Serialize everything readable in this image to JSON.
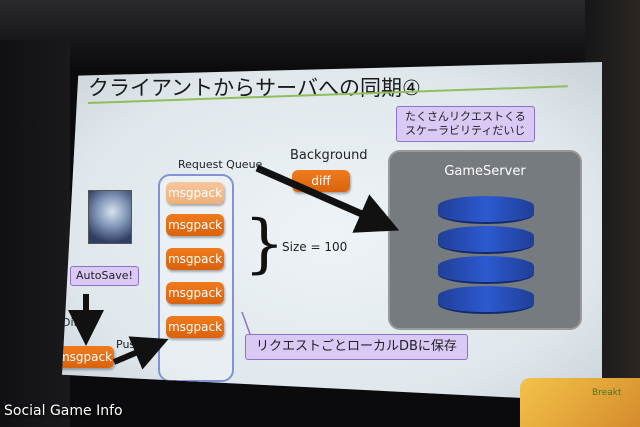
{
  "slide": {
    "title": "クライアントからサーバへの同期④",
    "request_queue_label": "Request Queue",
    "background_label": "Background",
    "diff_pill": "diff",
    "size_label": "Size = 100",
    "autosave_label": "AutoSave!",
    "diff_label": "Diff",
    "push_label": "Push",
    "client_pill": "msgpack",
    "queue_items": [
      "msgpack",
      "msgpack",
      "msgpack",
      "msgpack",
      "msgpack"
    ],
    "server_title": "GameServer",
    "bubble_top_line1": "たくさんリクエストくる",
    "bubble_top_line2": "スケーラビリティだいじ",
    "bubble_bottom": "リクエストごとローカルDBに保存"
  },
  "footer": {
    "logo_text": "Social Game Info",
    "stage_text": "Breakt"
  },
  "colors": {
    "pill_orange": "#e8700f",
    "bubble_purple": "#d9c9f4",
    "queue_border": "#7f93d6",
    "db_blue": "#2d5ad0"
  }
}
